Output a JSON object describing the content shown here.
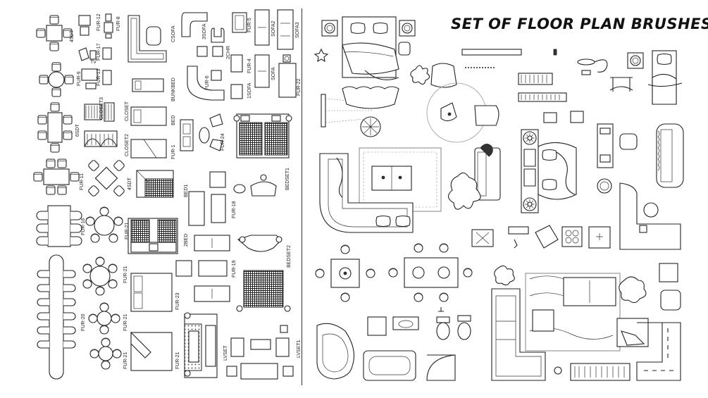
{
  "title": "SET OF FLOOR PLAN BRUSHES",
  "labels": {
    "l_45dt": "45DT",
    "l_fur12": "FUR-12",
    "l_fur8": "FUR-8",
    "l_fur17": "FUR-17",
    "l_tv": "TV",
    "l_fur9": "FUR-9",
    "l_fur13": "FUR-13",
    "l_6sdt": "6SDT",
    "l_closet3": "CLOSET3",
    "l_closet": "CLOSET",
    "l_closet2": "CLOSET2",
    "l_fur11": "FUR-11",
    "l_4sdt": "4SDT",
    "l_fur16": "FUR-16",
    "l_fur21a": "FUR-21",
    "l_fur21b": "FUR-21",
    "l_fur20": "FUR-20",
    "l_fur21c": "FUR-21",
    "l_fur21d": "FUR-21",
    "l_csofa": "CSOFA",
    "l_bunkbed": "BUNKBED",
    "l_3sofa": "3SOFA",
    "l_fur6": "FUR-6",
    "l_2chr": "2CHR",
    "l_fur5": "FUR-5",
    "l_sofa2": "SOFA2",
    "l_sofa3": "SOFA3",
    "l_fur4": "FUR-4",
    "l_sofa": "SOFA",
    "l_1sofa": "1SOFA",
    "l_fur22": "FUR-22",
    "l_bed": "BED",
    "l_fur1": "FUR-1",
    "l_fur24": "FUR-24",
    "l_bed1": "BED1",
    "l_bedset1": "BEDSET1",
    "l_fur18": "FUR-18",
    "l_2bed": "2BED",
    "l_bedset2": "BEDSET2",
    "l_fur19": "FUR-19",
    "l_fur23": "FUR-23",
    "l_lvset": "LVSET",
    "l_lvset1": "LVSET1"
  },
  "icons": {
    "left_sheet": "cad-furniture-blocks",
    "right_sheet": "floor-plan-brushes"
  },
  "colors": {
    "line": "#222222",
    "background": "#ffffff"
  }
}
